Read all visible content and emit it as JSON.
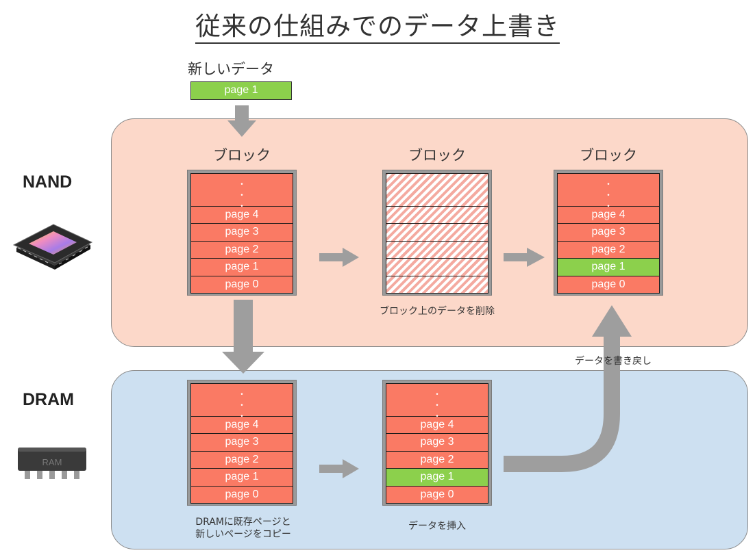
{
  "title": "従来の仕組みでのデータ上書き",
  "new_data": {
    "label": "新しいデータ",
    "page": "page 1"
  },
  "nand": {
    "label": "NAND",
    "block_title_1": "ブロック",
    "block_title_2": "ブロック",
    "block_title_3": "ブロック",
    "erase_caption": "ブロック上のデータを削除",
    "writeback_caption": "データを書き戻し"
  },
  "dram": {
    "label": "DRAM",
    "copy_caption_line1": "DRAMに既存ページと",
    "copy_caption_line2": "新しいページをコピー",
    "insert_caption": "データを挿入",
    "chip_text": "RAM"
  },
  "cells": {
    "dots": "・\n・\n・",
    "p4": "page 4",
    "p3": "page 3",
    "p2": "page 2",
    "p1": "page 1",
    "p0": "page 0"
  },
  "colors": {
    "old_page": "#fa7a64",
    "new_page": "#8cd04c",
    "nand_bg": "#fcd8c9",
    "dram_bg": "#cde0f1",
    "arrow": "#9e9e9e"
  },
  "icons": {
    "nand_chip": "nand-chip-icon",
    "ram_chip": "ram-chip-icon"
  }
}
